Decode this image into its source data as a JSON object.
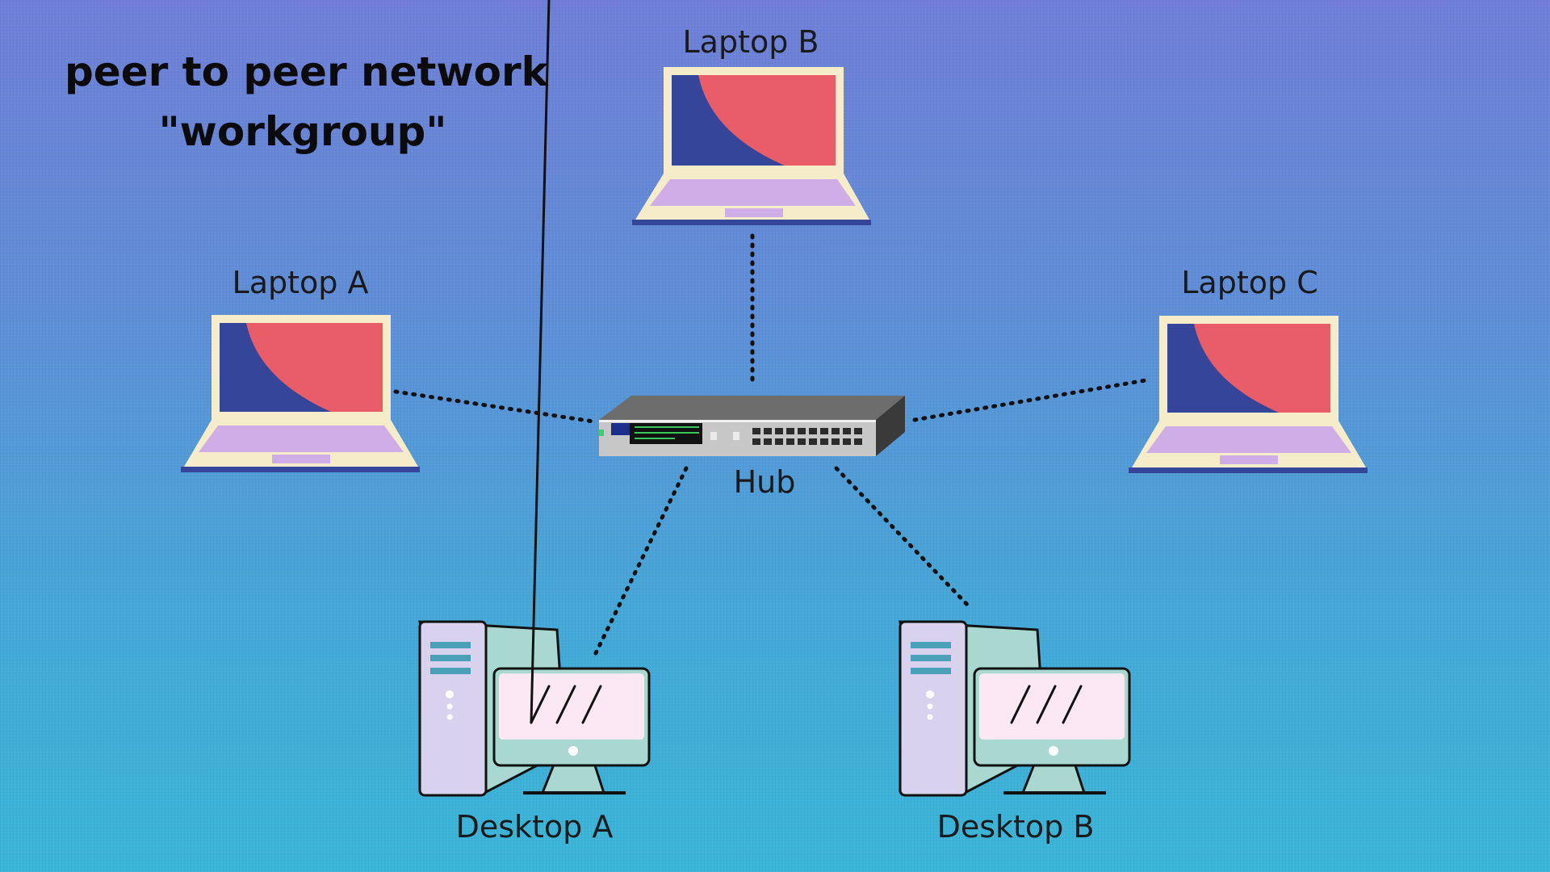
{
  "title": {
    "line1": "peer to peer network",
    "line2": "\"workgroup\""
  },
  "nodes": {
    "laptop_a": "Laptop A",
    "laptop_b": "Laptop B",
    "laptop_c": "Laptop C",
    "hub": "Hub",
    "desktop_a": "Desktop A",
    "desktop_b": "Desktop B"
  },
  "icons": [
    "laptop-icon",
    "network-hub-icon",
    "desktop-computer-icon"
  ],
  "colors": {
    "laptop_screen": "#e85d67",
    "laptop_screen_dark": "#34459a",
    "laptop_body": "#f6ecc9",
    "laptop_keyboard": "#cfaee8",
    "desktop_tower": "#d9d2ee",
    "desktop_monitor": "#fbe8f2",
    "desktop_accent": "#4aa0b6",
    "desktop_back": "#a8d8cf",
    "connector": "#111111"
  }
}
